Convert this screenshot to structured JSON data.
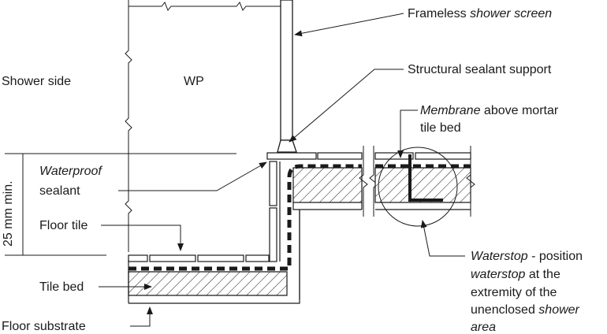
{
  "labels": {
    "shower_side": "Shower side",
    "wp": "WP",
    "screen_a": "Frameless ",
    "screen_b": "shower screen",
    "support": "Structural sealant support",
    "membrane_a": "Membrane",
    "membrane_b": " above mortar",
    "membrane_c": "tile bed",
    "wp_sealant_a": "Waterproof",
    "wp_sealant_b": "sealant",
    "dimension": "25 mm min.",
    "floor_tile": "Floor tile",
    "tile_bed": "Tile bed",
    "floor_substrate": "Floor substrate",
    "waterstop_a": "Waterstop",
    "waterstop_b": " - position",
    "waterstop_c": "waterstop",
    "waterstop_d": " at the",
    "waterstop_e": "extremity of the",
    "waterstop_f": "unenclosed ",
    "waterstop_g": "shower",
    "waterstop_h": "area"
  }
}
